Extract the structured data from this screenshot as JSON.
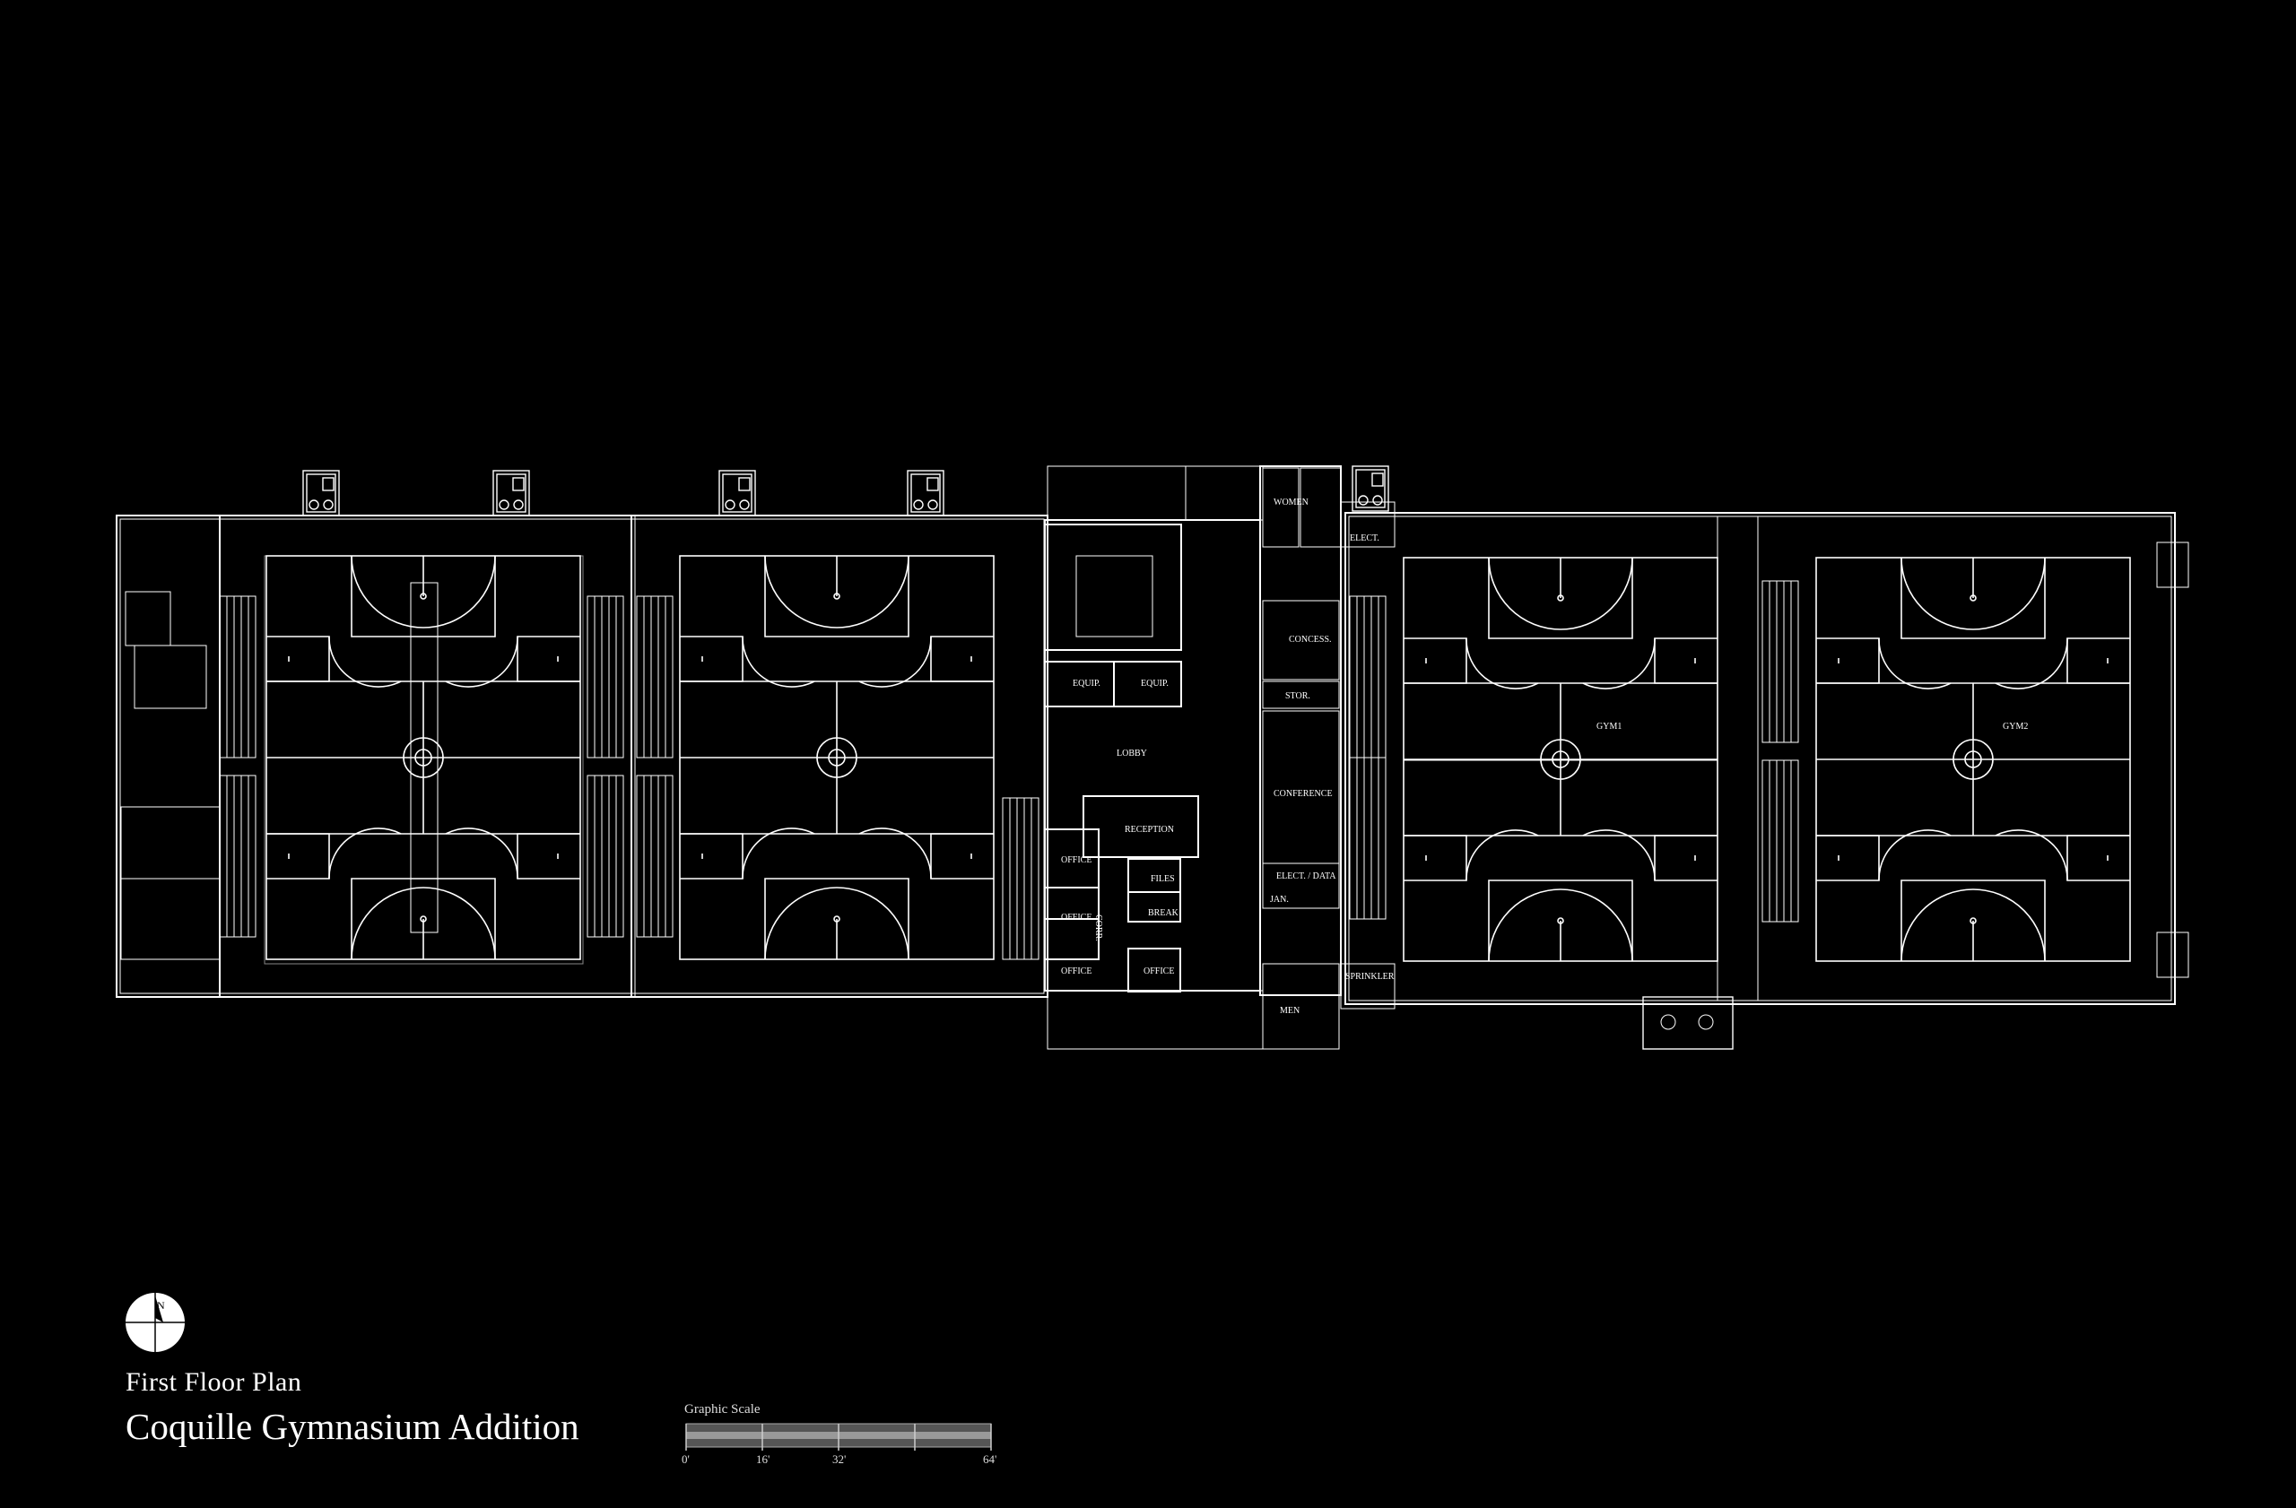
{
  "drawing": {
    "subtitle": "First Floor Plan",
    "title": "Coquille Gymnasium Addition"
  },
  "north_arrow": {
    "label": "N"
  },
  "graphic_scale": {
    "label": "Graphic Scale",
    "ticks": [
      "0'",
      "16'",
      "32'",
      "64'"
    ]
  },
  "rooms": {
    "women": "WOMEN",
    "men": "MEN",
    "elect": "ELECT.",
    "equip1": "EQUIP.",
    "equip2": "EQUIP.",
    "lobby": "LOBBY",
    "reception": "RECEPTION",
    "office1": "OFFICE",
    "office2": "OFFICE",
    "office3": "OFFICE",
    "office4": "OFFICE",
    "files": "FILES",
    "corr": "CORR.",
    "break": "BREAK",
    "concess": "CONCESS.",
    "stor": "STOR.",
    "conference": "CONFERENCE",
    "elect_data": "ELECT. / DATA",
    "jan": "JAN.",
    "sprinkler": "SPRINKLER",
    "gym1": "GYM1",
    "gym2": "GYM2"
  }
}
